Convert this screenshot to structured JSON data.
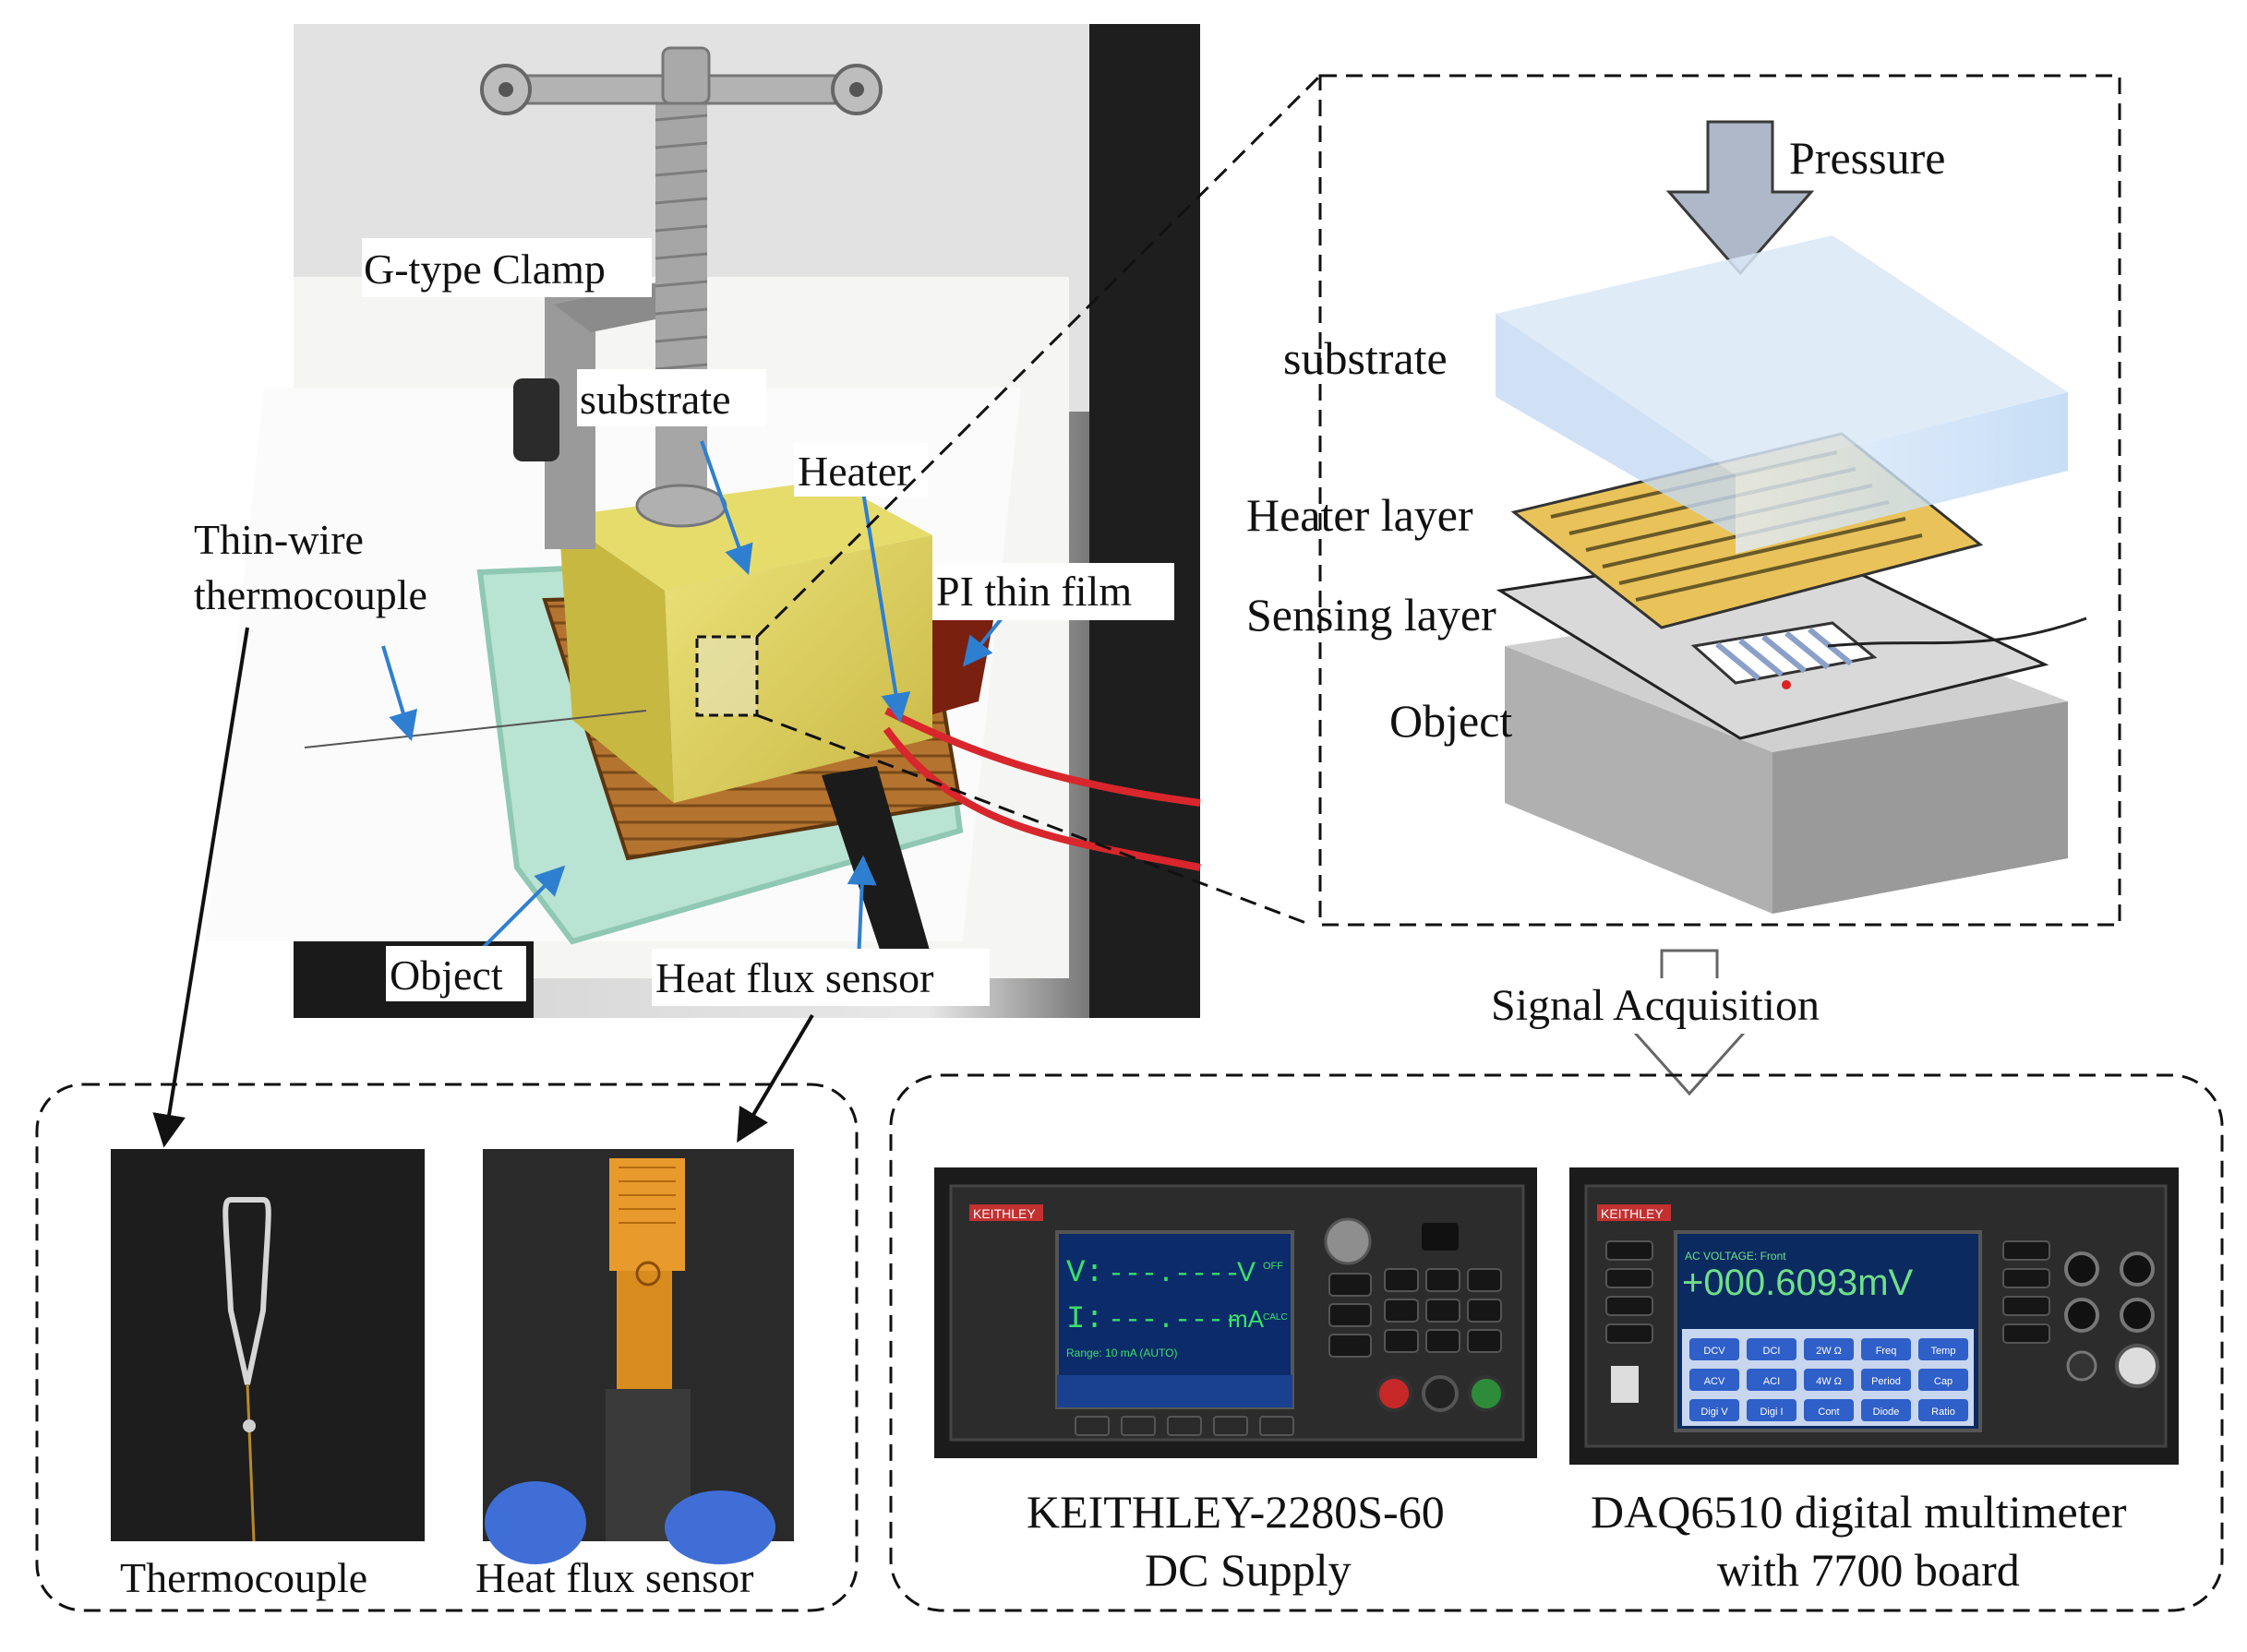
{
  "photo": {
    "labels": {
      "clamp": "G-type Clamp",
      "substrate": "substrate",
      "heater": "Heater",
      "thermocouple_line1": "Thin-wire",
      "thermocouple_line2": "thermocouple",
      "pi_film": "PI thin film",
      "object": "Object",
      "heat_flux": "Heat flux sensor"
    }
  },
  "schematic": {
    "pressure": "Pressure",
    "substrate": "substrate",
    "heater_layer": "Heater layer",
    "sensing_layer": "Sensing layer",
    "object": "Object"
  },
  "signal_acquisition": "Signal Acquisition",
  "sensors": {
    "thermocouple": "Thermocouple",
    "heat_flux": "Heat flux sensor"
  },
  "instruments": {
    "supply_line1": "KEITHLEY-2280S-60",
    "supply_line2": "DC Supply",
    "dmm_line1": "DAQ6510 digital multimeter",
    "dmm_line2": "with 7700 board",
    "supply_brand": "KEITHLEY",
    "supply_screen": {
      "v_label": "V:",
      "v_value": "---.----",
      "v_unit": "V",
      "i_label": "I:",
      "i_value": "---.----",
      "i_unit": "mA",
      "off": "OFF",
      "calc": "CALC",
      "range": "Range: 10 mA  (AUTO)"
    },
    "dmm_brand": "KEITHLEY",
    "dmm_screen": {
      "reading": "+000.6093mV",
      "mode": "AC VOLTAGE: Front",
      "buttons": [
        "DCV",
        "DCI",
        "2W Ω",
        "Freq",
        "Temp",
        "ACV",
        "ACI",
        "4W Ω",
        "Period",
        "Cap",
        "Digi V",
        "Digi I",
        "Cont",
        "Diode",
        "Ratio"
      ]
    }
  }
}
